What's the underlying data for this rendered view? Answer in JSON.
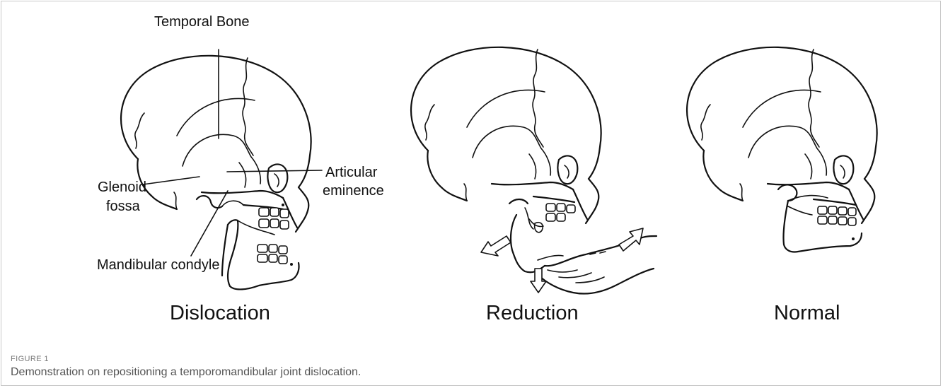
{
  "panels": [
    {
      "title": "Dislocation"
    },
    {
      "title": "Reduction"
    },
    {
      "title": "Normal"
    }
  ],
  "annotations": {
    "temporal_bone": "Temporal Bone",
    "glenoid_line1": "Glenoid",
    "glenoid_line2": "fossa",
    "articular_line1": "Articular",
    "articular_line2": "eminence",
    "mandibular_condyle": "Mandibular condyle"
  },
  "caption": {
    "kicker": "FIGURE 1",
    "text": "Demonstration on repositioning a temporomandibular joint dislocation."
  },
  "colors": {
    "ink": "#111111",
    "frame": "#c8c8c8",
    "caption": "#555555",
    "kicker": "#777777"
  }
}
